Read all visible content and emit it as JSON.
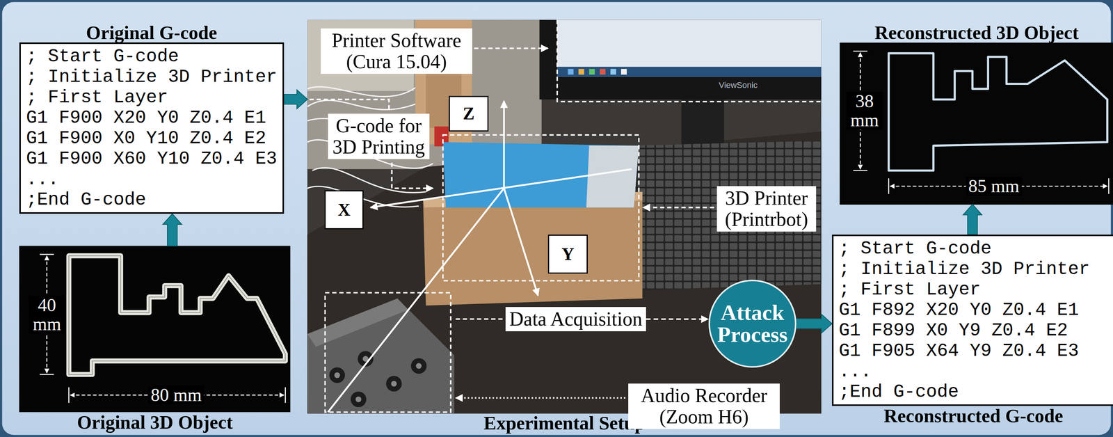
{
  "diagram": {
    "nodes": [
      {
        "text": [
          "Original G-code",
          "; Start G-code",
          "; Initialize 3D Printer",
          "; First Layer",
          "G1 F900 X20 Y0 Z0.4 E1",
          "G1 F900 X0 Y10 Z0.4 E2",
          "G1 F900 X60 Y10 Z0.4 E3",
          "...",
          ";End G-code"
        ]
      },
      {
        "text": [
          "Original 3D Object"
        ]
      },
      {
        "text": [
          "Experimental Setup"
        ]
      },
      {
        "text": [
          "Printer Software (Cura 15.04)"
        ],
        "in": 2
      },
      {
        "text": [
          "G-code for 3D Printing"
        ],
        "in": 2
      },
      {
        "text": [
          "Z"
        ],
        "in": 2
      },
      {
        "text": [
          "X"
        ],
        "in": 2
      },
      {
        "text": [
          "Y"
        ],
        "in": 2
      },
      {
        "text": [
          "3D Printer (Printrbot)"
        ],
        "in": 2
      },
      {
        "text": [
          "Data Acquisition"
        ],
        "in": 2
      },
      {
        "text": [
          "Audio Recorder (Zoom H6)"
        ],
        "in": 2
      },
      {
        "text": [
          "Attack Process"
        ],
        "in": 2
      },
      {
        "text": [
          "Reconstructed 3D Object"
        ]
      },
      {
        "text": [
          "; Start G-code",
          "; Initialize 3D Printer",
          "; First Layer",
          "G1 F892 X20 Y0 Z0.4 E1",
          "G1 F899 X0 Y9 Z0.4 E2",
          "G1 F905 X64 Y9 Z0.4 E3",
          "...",
          ";End G-code",
          "Reconstructed G-code"
        ]
      }
    ],
    "edges": [
      {
        "from": 1,
        "to": 0,
        "arrow": "to"
      },
      {
        "from": 0,
        "to": 2,
        "arrow": "to"
      },
      {
        "from": 9,
        "to": 11,
        "arrow": "to"
      },
      {
        "from": 11,
        "to": 13,
        "arrow": "to"
      },
      {
        "from": 13,
        "to": 12,
        "arrow": "to"
      }
    ],
    "labels": [
      "40 mm",
      "80 mm",
      "38 mm",
      "85 mm",
      "ViewSonic"
    ]
  }
}
